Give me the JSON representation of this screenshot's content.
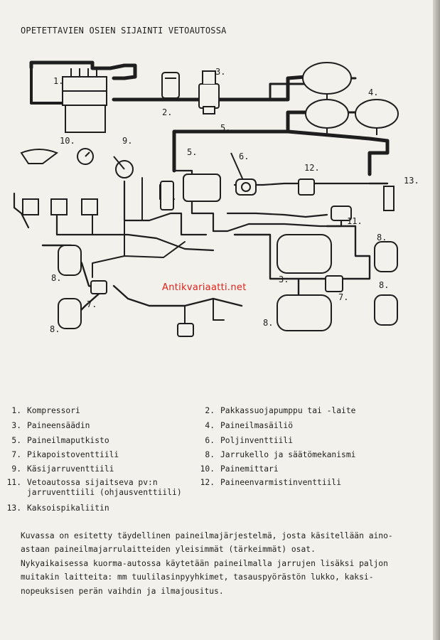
{
  "title": "OPETETTAVIEN OSIEN SIJAINTI VETOAUTOSSA",
  "watermark": "Antikvariaatti.net",
  "callouts": [
    "1.",
    "2.",
    "3.",
    "4.",
    "5.",
    "6.",
    "7.",
    "8.",
    "9.",
    "10.",
    "11.",
    "12.",
    "13."
  ],
  "legend": [
    {
      "n": "1.",
      "t": "Kompressori"
    },
    {
      "n": "2.",
      "t": "Pakkassuojapumppu tai -laite"
    },
    {
      "n": "3.",
      "t": "Paineensäädin"
    },
    {
      "n": "4.",
      "t": "Paineilmasäiliö"
    },
    {
      "n": "5.",
      "t": "Paineilmaputkisto"
    },
    {
      "n": "6.",
      "t": "Poljinventtiili"
    },
    {
      "n": "7.",
      "t": "Pikapoistoventtiili"
    },
    {
      "n": "8.",
      "t": "Jarrukello ja säätömekanismi"
    },
    {
      "n": "9.",
      "t": "Käsijarruventtiili"
    },
    {
      "n": "10.",
      "t": "Painemittari"
    },
    {
      "n": "11.",
      "t": "Vetoautossa sijaitseva pv:n\njarruventtiili (ohjausventtiili)"
    },
    {
      "n": "12.",
      "t": "Paineenvarmistinventtiili"
    },
    {
      "n": "13.",
      "t": "Kaksoispikaliitin"
    }
  ],
  "paragraph1": [
    "Kuvassa on esitetty täydellinen paineilmajärjestelmä, josta käsitellään aino-",
    "astaan paineilmajarrulaitteiden yleisimmät (tärkeimmät) osat."
  ],
  "paragraph2": [
    "Nykyaikaisessa kuorma-autossa käytetään paineilmalla jarrujen lisäksi paljon",
    "muitakin laitteita: mm tuulilasinpyyhkimet, tasauspyörästön lukko, kaksi-",
    "nopeuksisen perän vaihdin ja ilmajousitus."
  ],
  "colors": {
    "ink": "#1e1e1e",
    "paper": "#f3f1ec",
    "watermark": "#e0221b"
  }
}
